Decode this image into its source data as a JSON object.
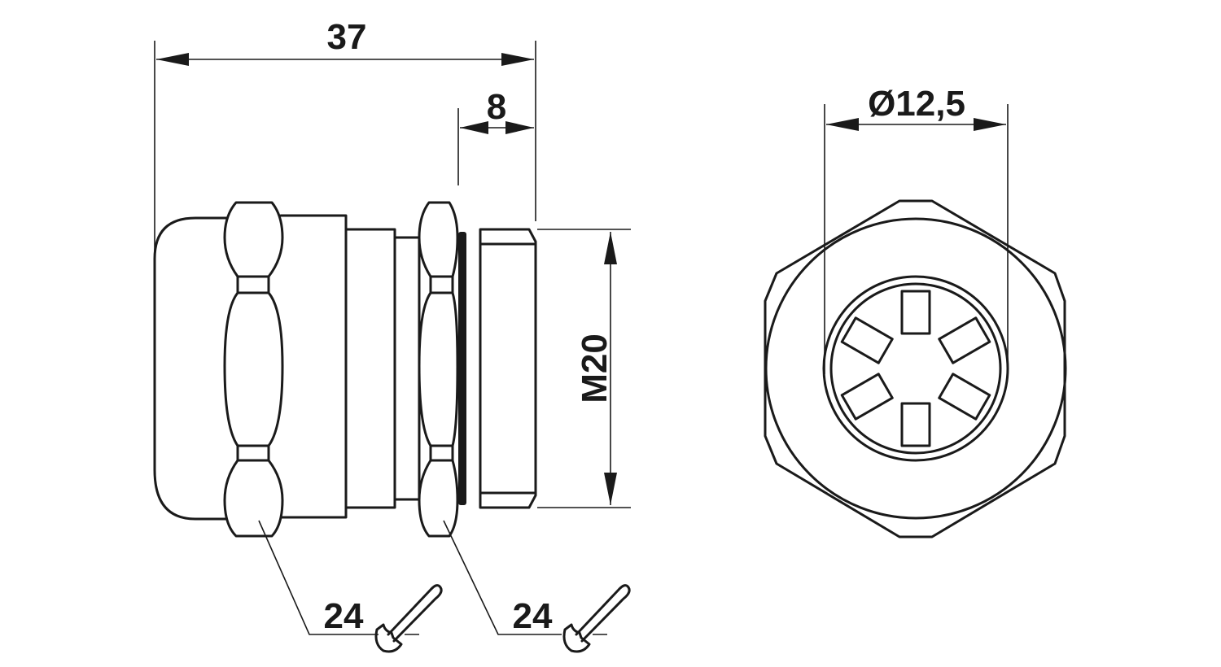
{
  "drawing": {
    "side_view": {
      "overall_length": "37",
      "thread_length": "8",
      "thread": "M20",
      "wrench_size_cap": "24",
      "wrench_size_body": "24"
    },
    "front_view": {
      "clamping_diameter": "Ø12,5"
    },
    "colors": {
      "line": "#1a1a1a",
      "background": "#ffffff"
    }
  }
}
